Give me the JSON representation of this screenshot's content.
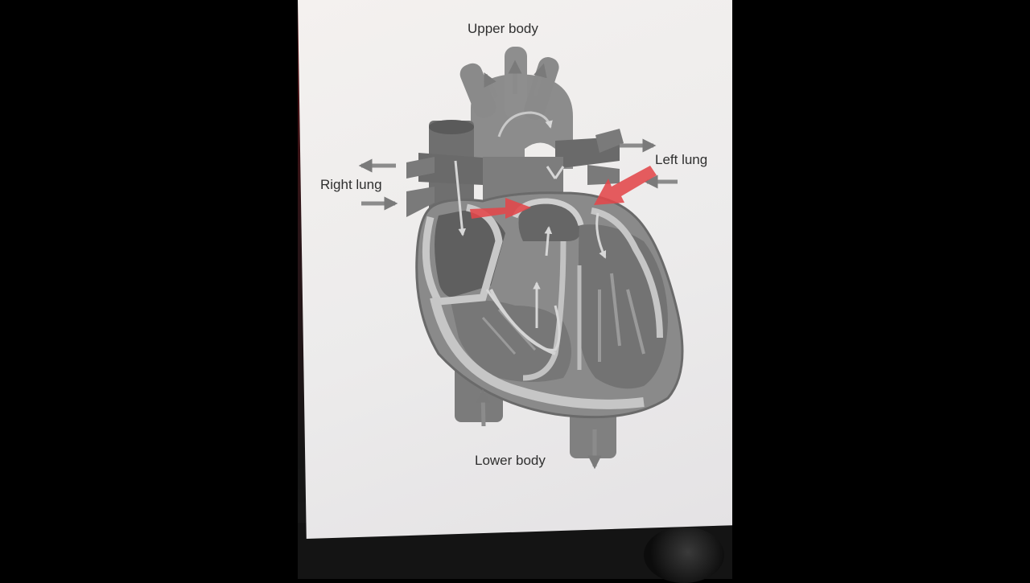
{
  "diagram": {
    "labels": {
      "upper_body": "Upper body",
      "lower_body": "Lower body",
      "left_lung": "Left lung",
      "right_lung": "Right lung"
    },
    "colors": {
      "background": "#000000",
      "paper": "#efeceb",
      "heart_outer": "#8a8a8a",
      "heart_dark": "#6e6e6e",
      "heart_light": "#c9c9c9",
      "flow_arrow": "#8b8b8b",
      "highlight_arrow": "#e2474a"
    },
    "icons": [
      "arrow-icon",
      "highlight-arrow-icon"
    ]
  }
}
